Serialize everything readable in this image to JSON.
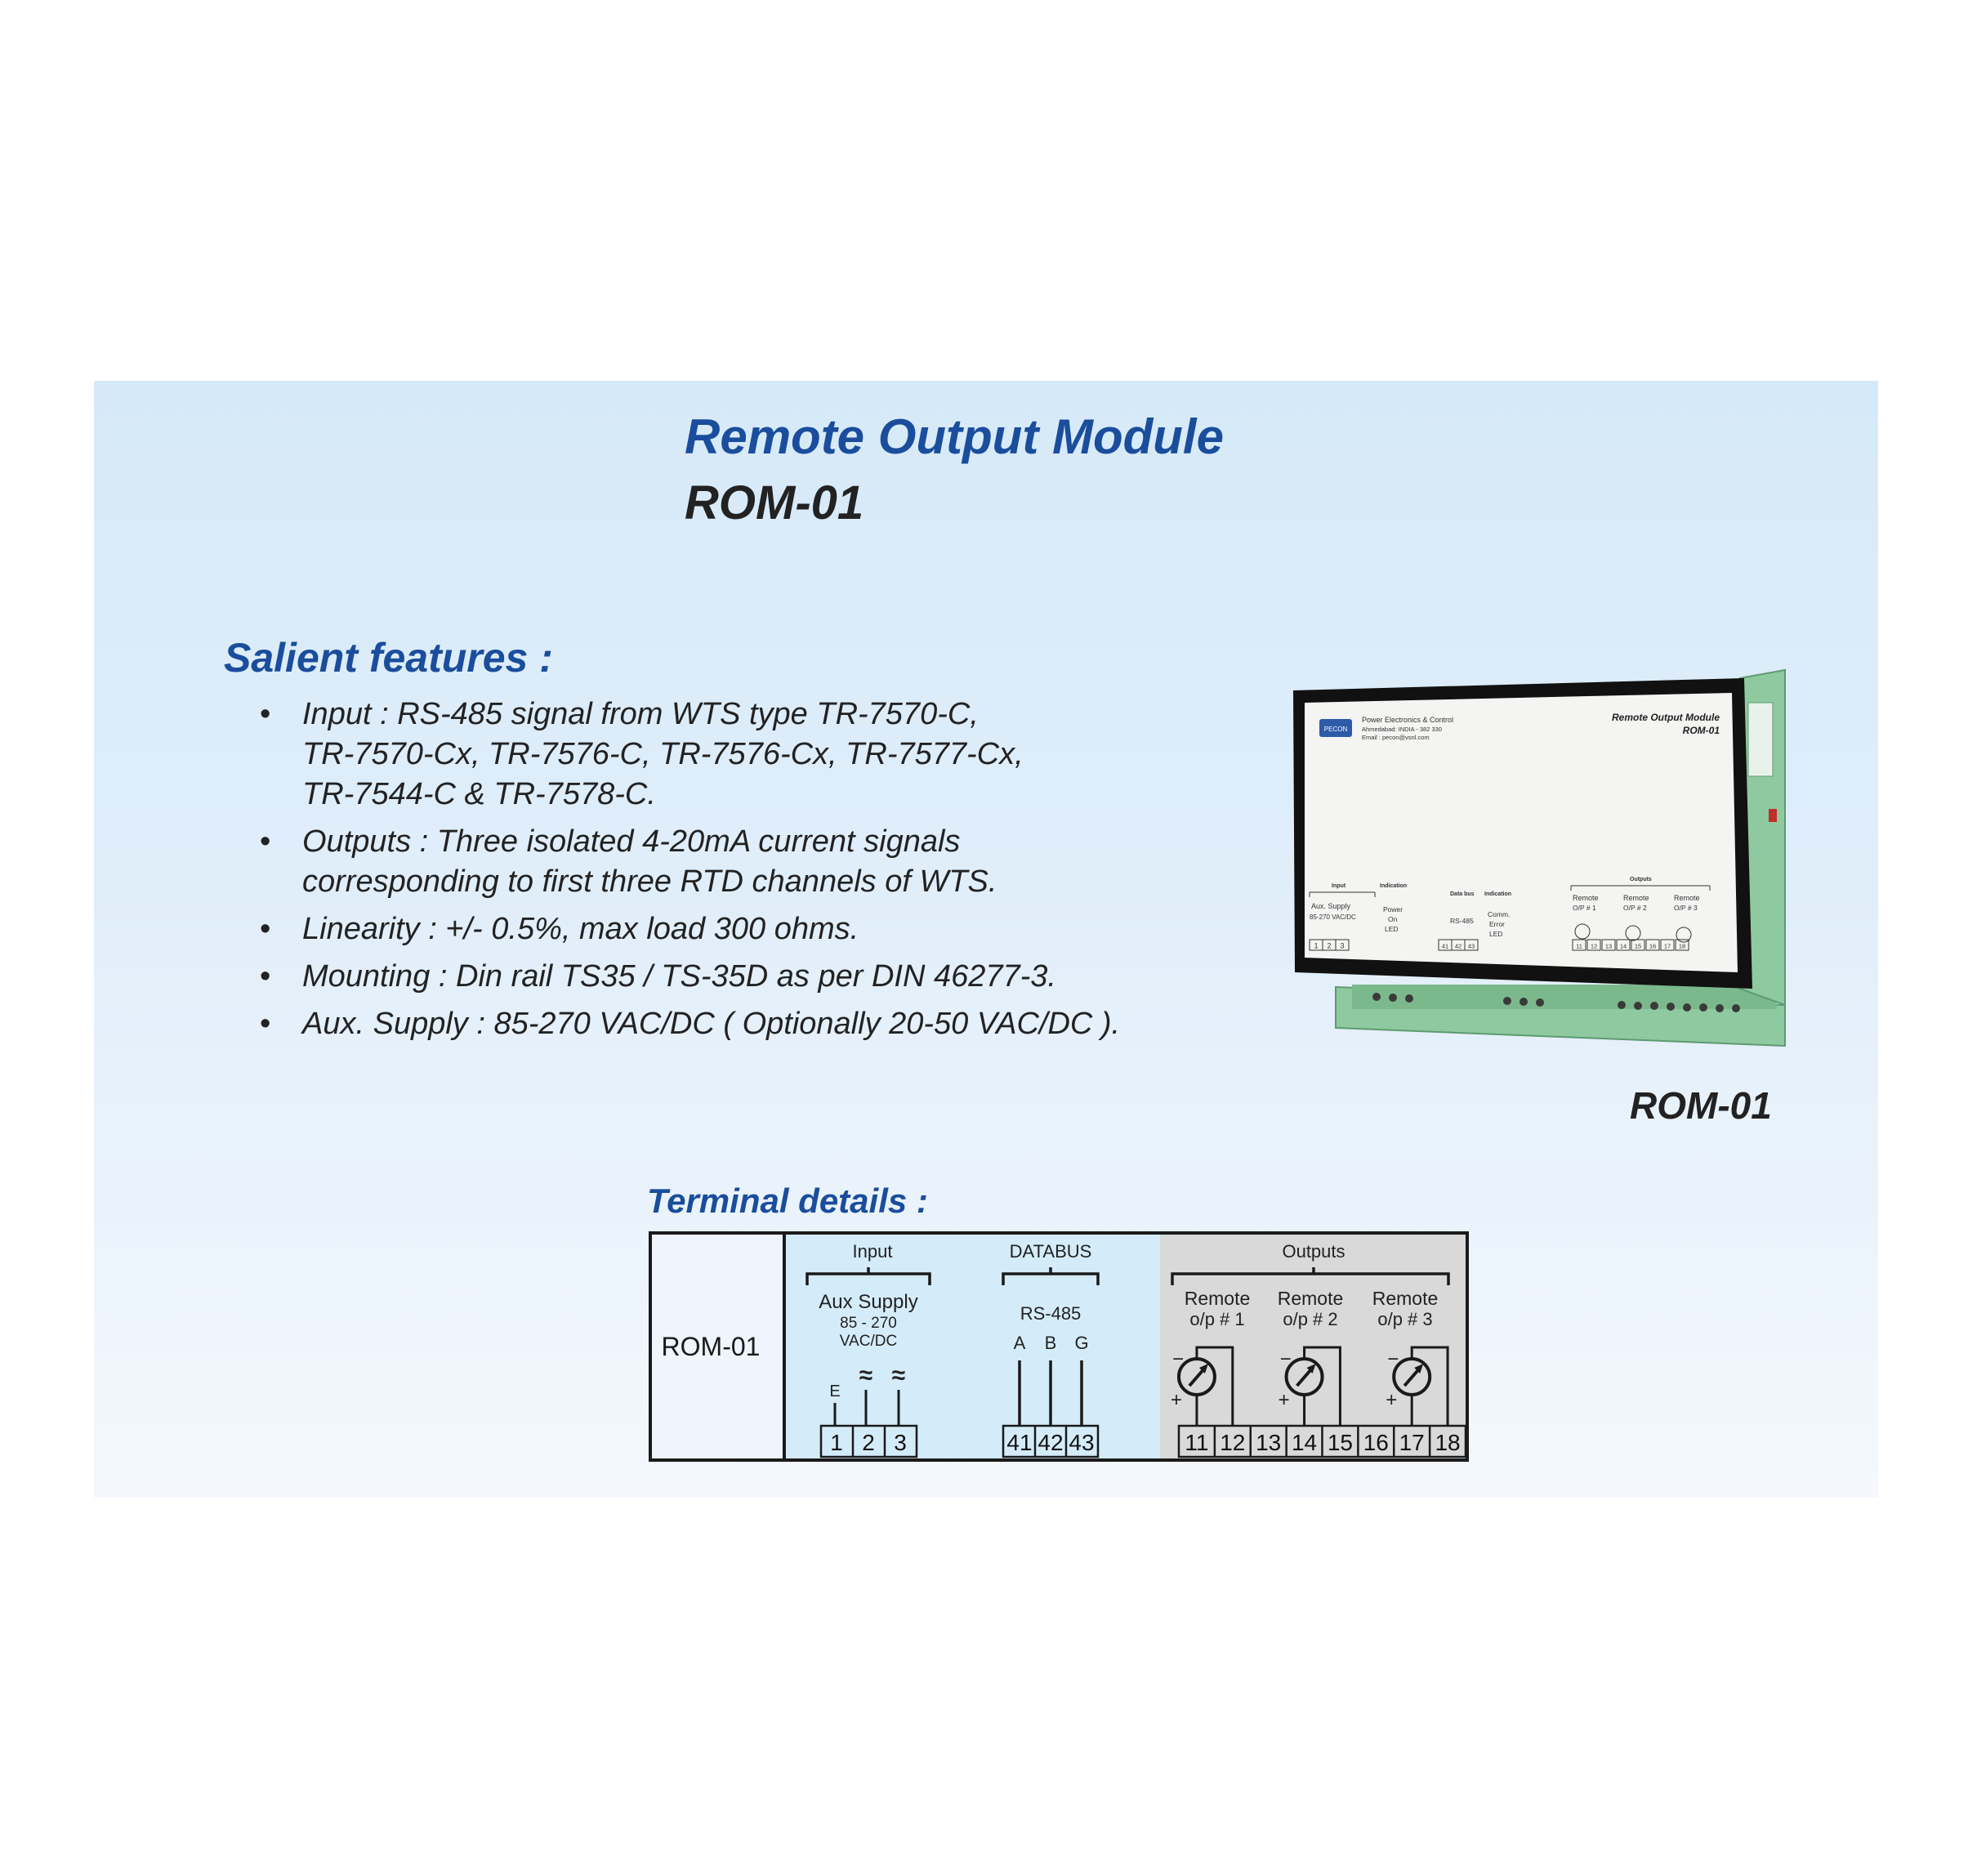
{
  "header": {
    "title": "Remote Output Module",
    "subtitle": "ROM-01"
  },
  "features": {
    "heading": "Salient features :",
    "items": [
      {
        "lines": [
          "Input : RS-485 signal from WTS type TR-7570-C,",
          "TR-7570-Cx, TR-7576-C, TR-7576-Cx, TR-7577-Cx,",
          "TR-7544-C & TR-7578-C."
        ]
      },
      {
        "lines": [
          "Outputs : Three isolated 4-20mA current signals",
          "corresponding to first three RTD channels of WTS."
        ]
      },
      {
        "lines": [
          "Linearity : +/- 0.5%, max load 300 ohms."
        ]
      },
      {
        "lines": [
          "Mounting : Din rail TS35 / TS-35D as per DIN 46277-3."
        ]
      },
      {
        "lines": [
          "Aux. Supply : 85-270 VAC/DC ( Optionally 20-50 VAC/DC )."
        ]
      }
    ]
  },
  "product_photo": {
    "caption": "ROM-01",
    "label_company": "Power Electronics & Control",
    "label_address": "Ahmedabad: INDIA - 382 330",
    "label_email": "Email : pecon@vsnl.com",
    "label_title": "Remote Output Module",
    "label_model": "ROM-01",
    "logo_text": "PECON",
    "input_text": "Input",
    "aux_text": "Aux. Supply",
    "aux_range": "85-270 VAC/DC",
    "indication_text": "Indication",
    "power_text": "Power",
    "on_text": "On",
    "led_text": "LED",
    "databus_text": "Data bus",
    "rs485_text": "RS-485",
    "comm_text": "Comm.",
    "error_text": "Error",
    "outputs_text": "Outputs",
    "remote_text": "Remote",
    "op1": "O/P # 1",
    "op2": "O/P # 2",
    "op3": "O/P # 3",
    "terms": [
      "1",
      "2",
      "3",
      "41",
      "42",
      "43",
      "11",
      "12",
      "13",
      "14",
      "15",
      "16",
      "17",
      "18"
    ]
  },
  "terminal": {
    "heading": "Terminal details :",
    "model": "ROM-01",
    "input": {
      "group": "Input",
      "name": "Aux Supply",
      "range": "85 - 270",
      "unit": "VAC/DC",
      "e_label": "E",
      "ac_symbol": "≈",
      "terminals": [
        "1",
        "2",
        "3"
      ]
    },
    "databus": {
      "group": "DATABUS",
      "name": "RS-485",
      "pins": [
        "A",
        "B",
        "G"
      ],
      "terminals": [
        "41",
        "42",
        "43"
      ]
    },
    "outputs": {
      "group": "Outputs",
      "remote": "Remote",
      "labels": [
        "o/p # 1",
        "o/p # 2",
        "o/p # 3"
      ],
      "minus": "−",
      "plus": "+",
      "terminals": [
        "11",
        "12",
        "13",
        "14",
        "15",
        "16",
        "17",
        "18"
      ]
    }
  },
  "colors": {
    "accent_blue": "#1a4d9c",
    "databus_fill": "#d4ecfa",
    "outputs_fill": "#d9d9d9",
    "device_green": "#8fc9a0"
  }
}
